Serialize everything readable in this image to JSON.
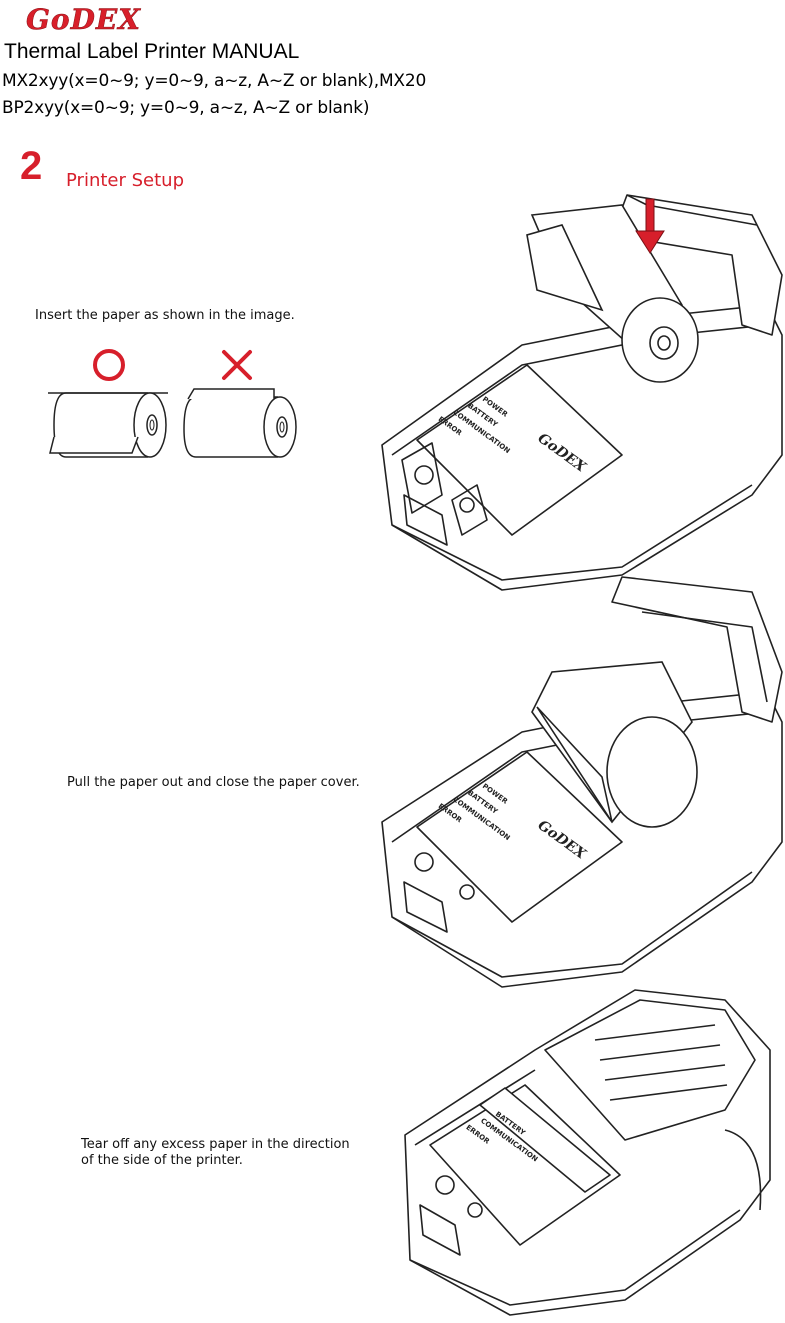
{
  "header": {
    "logo": "GoDEX",
    "title": "Thermal Label Printer MANUAL",
    "model_line1": "MX2xyy(x=0~9; y=0~9, a~z, A~Z or blank),MX20",
    "model_line2": "BP2xyy(x=0~9; y=0~9, a~z, A~Z or blank)"
  },
  "section": {
    "number": "2",
    "title": "Printer Setup"
  },
  "steps": [
    {
      "instruction": "Insert the paper as shown in the image.",
      "correct_mark": "O",
      "wrong_mark": "X"
    },
    {
      "instruction": "Pull the paper out and close the paper cover."
    },
    {
      "instruction_line1": "Tear off any excess paper in the direction",
      "instruction_line2": "of the side of the printer."
    }
  ],
  "printer_panel": {
    "power": "POWER",
    "battery": "BATTERY",
    "communication": "COMMUNICATION",
    "error": "ERROR",
    "brand": "GoDEX"
  },
  "colors": {
    "accent": "#d71f2b",
    "line": "#222222"
  }
}
